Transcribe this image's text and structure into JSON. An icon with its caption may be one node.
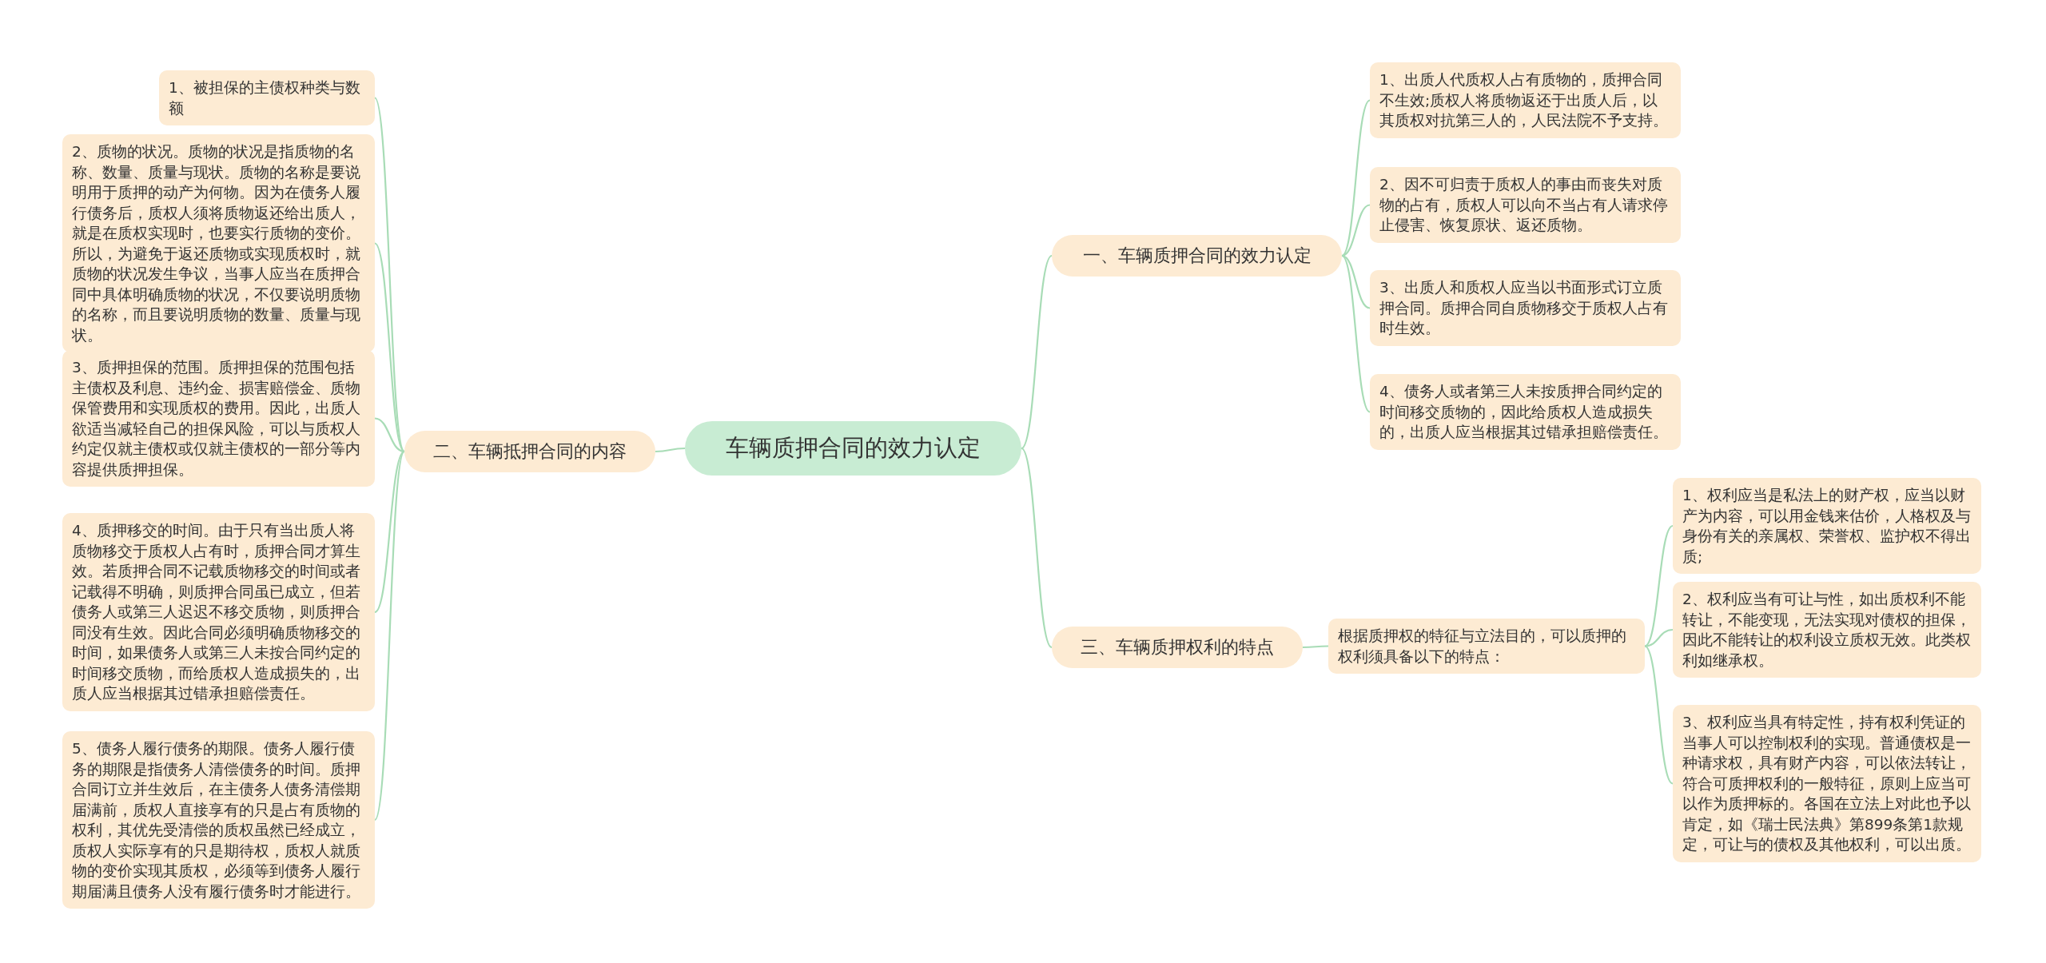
{
  "diagram": {
    "nodes": [
      {
        "text": [
          "车辆质押合同的效力认定"
        ]
      },
      {
        "text": [
          "一、车辆质押合同的效力认定"
        ]
      },
      {
        "text": [
          "1、出质人代质权人占有质物的，质押合同不生效;质权人将质物返还于出质人后，以其质权对抗第三人的，人民法院不予支持。"
        ]
      },
      {
        "text": [
          "2、因不可归责于质权人的事由而丧失对质物的占有，质权人可以向不当占有人请求停止侵害、恢复原状、返还质物。"
        ]
      },
      {
        "text": [
          "3、出质人和质权人应当以书面形式订立质押合同。质押合同自质物移交于质权人占有时生效。"
        ]
      },
      {
        "text": [
          "4、债务人或者第三人未按质押合同约定的时间移交质物的，因此给质权人造成损失的，出质人应当根据其过错承担赔偿责任。"
        ]
      },
      {
        "text": [
          "二、车辆抵押合同的内容"
        ]
      },
      {
        "text": [
          "1、被担保的主债权种类与数额"
        ]
      },
      {
        "text": [
          "2、质物的状况。质物的状况是指质物的名称、数量、质量与现状。质物的名称是要说明用于质押的动产为何物。因为在债务人履行债务后，质权人须将质物返还给出质人，就是在质权实现时，也要实行质物的变价。所以，为避免于返还质物或实现质权时，就质物的状况发生争议，当事人应当在质押合同中具体明确质物的状况，不仅要说明质物的名称，而且要说明质物的数量、质量与现状。"
        ]
      },
      {
        "text": [
          "3、质押担保的范围。质押担保的范围包括主债权及利息、违约金、损害赔偿金、质物保管费用和实现质权的费用。因此，出质人欲适当减轻自己的担保风险，可以与质权人约定仅就主债权或仅就主债权的一部分等内容提供质押担保。"
        ]
      },
      {
        "text": [
          "4、质押移交的时间。由于只有当出质人将质物移交于质权人占有时，质押合同才算生效。若质押合同不记载质物移交的时间或者记载得不明确，则质押合同虽已成立，但若债务人或第三人迟迟不移交质物，则质押合同没有生效。因此合同必须明确质物移交的时间，如果债务人或第三人未按合同约定的时间移交质物，而给质权人造成损失的，出质人应当根据其过错承担赔偿责任。"
        ]
      },
      {
        "text": [
          "5、债务人履行债务的期限。债务人履行债务的期限是指债务人清偿债务的时间。质押合同订立并生效后，在主债务人债务清偿期届满前，质权人直接享有的只是占有质物的权利，其优先受清偿的质权虽然已经成立，质权人实际享有的只是期待权，质权人就质物的变价实现其质权，必须等到债务人履行期届满且债务人没有履行债务时才能进行。"
        ]
      },
      {
        "text": [
          "三、车辆质押权利的特点"
        ]
      },
      {
        "text": [
          "根据质押权的特征与立法目的，可以质押的权利须具备以下的特点："
        ]
      },
      {
        "text": [
          "1、权利应当是私法上的财产权，应当以财产为内容，可以用金钱来估价，人格权及与身份有关的亲属权、荣誉权、监护权不得出质;"
        ]
      },
      {
        "text": [
          "2、权利应当有可让与性，如出质权利不能转让，不能变现，无法实现对债权的担保，因此不能转让的权利设立质权无效。此类权利如继承权。"
        ]
      },
      {
        "text": [
          "3、权利应当具有特定性，持有权利凭证的当事人可以控制权利的实现。普通债权是一种请求权，具有财产内容，可以依法转让，符合可质押权利的一般特征，原则上应当可以作为质押标的。各国在立法上对此也予以肯定，如《瑞士民法典》第899条第1款规定，可让与的债权及其他权利，可以出质。"
        ]
      }
    ],
    "edges": [
      {
        "from": 0,
        "to": 1,
        "arrow": "none"
      },
      {
        "from": 1,
        "to": 2,
        "arrow": "none"
      },
      {
        "from": 1,
        "to": 3,
        "arrow": "none"
      },
      {
        "from": 1,
        "to": 4,
        "arrow": "none"
      },
      {
        "from": 1,
        "to": 5,
        "arrow": "none"
      },
      {
        "from": 0,
        "to": 6,
        "arrow": "none"
      },
      {
        "from": 6,
        "to": 7,
        "arrow": "none"
      },
      {
        "from": 6,
        "to": 8,
        "arrow": "none"
      },
      {
        "from": 6,
        "to": 9,
        "arrow": "none"
      },
      {
        "from": 6,
        "to": 10,
        "arrow": "none"
      },
      {
        "from": 6,
        "to": 11,
        "arrow": "none"
      },
      {
        "from": 0,
        "to": 12,
        "arrow": "none"
      },
      {
        "from": 12,
        "to": 13,
        "arrow": "none"
      },
      {
        "from": 13,
        "to": 14,
        "arrow": "none"
      },
      {
        "from": 13,
        "to": 15,
        "arrow": "none"
      },
      {
        "from": 13,
        "to": 16,
        "arrow": "none"
      }
    ]
  }
}
